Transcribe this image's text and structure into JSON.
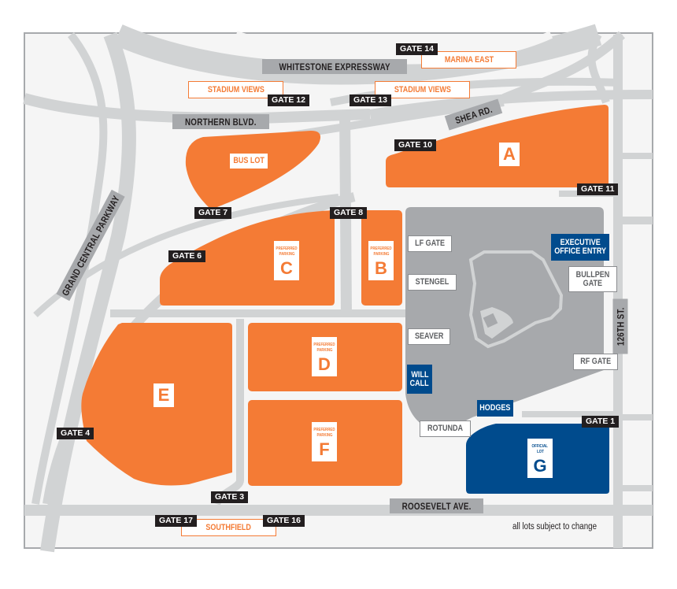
{
  "colors": {
    "background": "#f5f5f5",
    "frame": "#a7a9ac",
    "road": "#d1d3d4",
    "road_label": "#a7a9ac",
    "stadium": "#a7a9ac",
    "orange_lot": "#f47b35",
    "official_lot": "#004b8d",
    "gate_label": "#231f20"
  },
  "roads": {
    "whitestone": "WHITESTONE EXPRESSWAY",
    "northern": "NORTHERN BLVD.",
    "shea": "SHEA RD.",
    "grand_central": "GRAND CENTRAL PARKWAY",
    "roosevelt": "ROOSEVELT AVE.",
    "st126": "126TH ST."
  },
  "offsite_lots": {
    "marina_east": "MARINA EAST",
    "stadium_views_west": "STADIUM VIEWS",
    "stadium_views_east": "STADIUM VIEWS",
    "southfield": "SOUTHFIELD",
    "bus_lot": "BUS LOT"
  },
  "gates": {
    "g1": "GATE 1",
    "g3": "GATE 3",
    "g4": "GATE 4",
    "g6": "GATE 6",
    "g7": "GATE 7",
    "g8": "GATE 8",
    "g10": "GATE 10",
    "g11": "GATE 11",
    "g12": "GATE 12",
    "g13": "GATE 13",
    "g14": "GATE 14",
    "g16": "GATE 16",
    "g17": "GATE 17"
  },
  "lots": {
    "a": {
      "letter": "A"
    },
    "b": {
      "caption1": "PREFERRED",
      "caption2": "PARKING",
      "letter": "B"
    },
    "c": {
      "caption1": "PREFERRED",
      "caption2": "PARKING",
      "letter": "C"
    },
    "d": {
      "caption1": "PREFERRED",
      "caption2": "PARKING",
      "letter": "D"
    },
    "e": {
      "letter": "E"
    },
    "f": {
      "caption1": "PREFERRED",
      "caption2": "PARKING",
      "letter": "F"
    },
    "g": {
      "caption1": "OFFICIAL",
      "caption2": "LOT",
      "letter": "G"
    }
  },
  "stadium_entrances": {
    "lf_gate": "LF GATE",
    "stengel": "STENGEL",
    "seaver": "SEAVER",
    "rotunda": "ROTUNDA",
    "rf_gate": "RF GATE",
    "bullpen_1": "BULLPEN",
    "bullpen_2": "GATE",
    "executive_1": "EXECUTIVE",
    "executive_2": "OFFICE ENTRY",
    "will_call_1": "WILL",
    "will_call_2": "CALL",
    "hodges": "HODGES"
  },
  "footnote": "all lots subject to change"
}
